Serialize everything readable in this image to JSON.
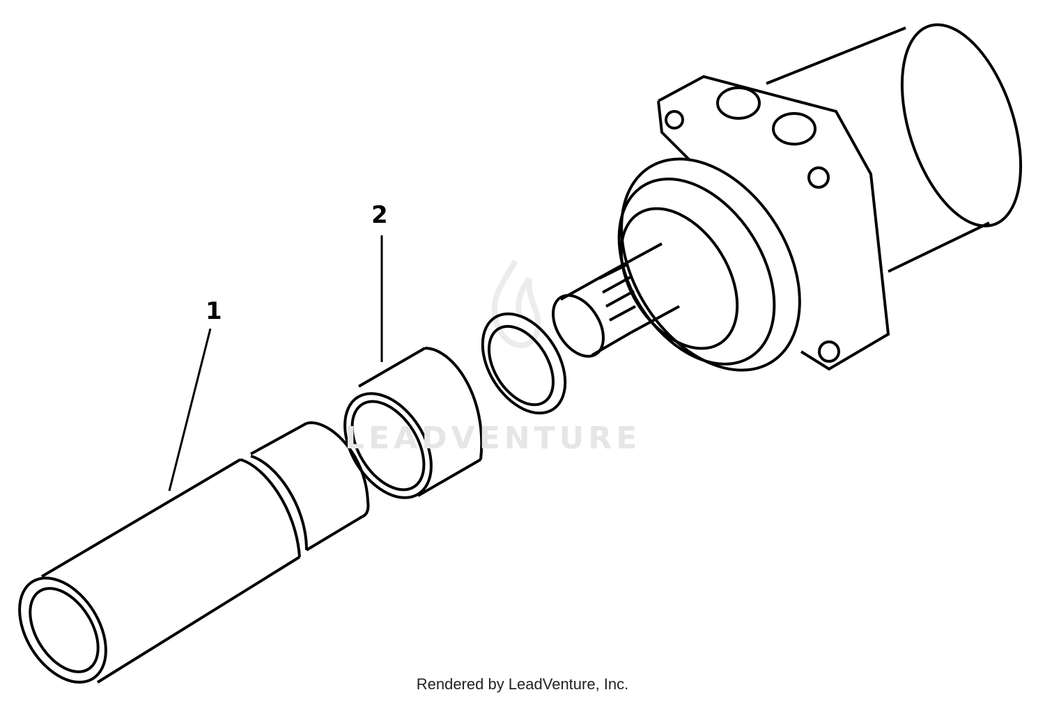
{
  "diagram": {
    "callouts": [
      {
        "id": "1",
        "label": "1",
        "part": "long-sleeve-tube"
      },
      {
        "id": "2",
        "label": "2",
        "part": "bushing-sleeve"
      }
    ],
    "watermark": "LEADVENTURE",
    "credit": "Rendered by LeadVenture, Inc.",
    "line_color": "#000000",
    "background": "#ffffff"
  }
}
